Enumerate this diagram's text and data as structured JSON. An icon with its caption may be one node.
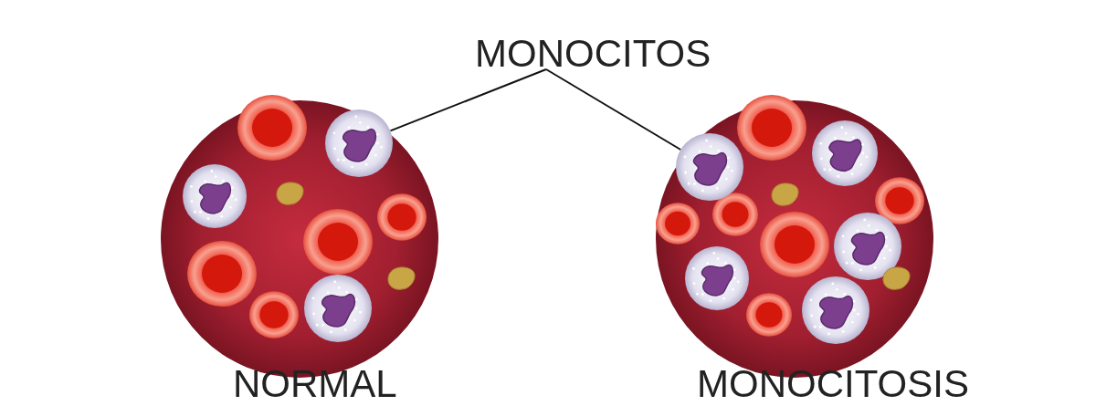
{
  "diagram": {
    "nodes": [
      {
        "text": [
          "MONOCITOS"
        ]
      },
      {
        "text": [],
        "shape": "circle"
      },
      {
        "text": [],
        "shape": "circle"
      }
    ],
    "edges": [
      {
        "from": 0,
        "to": 1,
        "arrow": "none"
      },
      {
        "from": 0,
        "to": 2,
        "arrow": "none"
      }
    ],
    "labels": [
      "NORMAL",
      "MONOCITOSIS"
    ]
  }
}
